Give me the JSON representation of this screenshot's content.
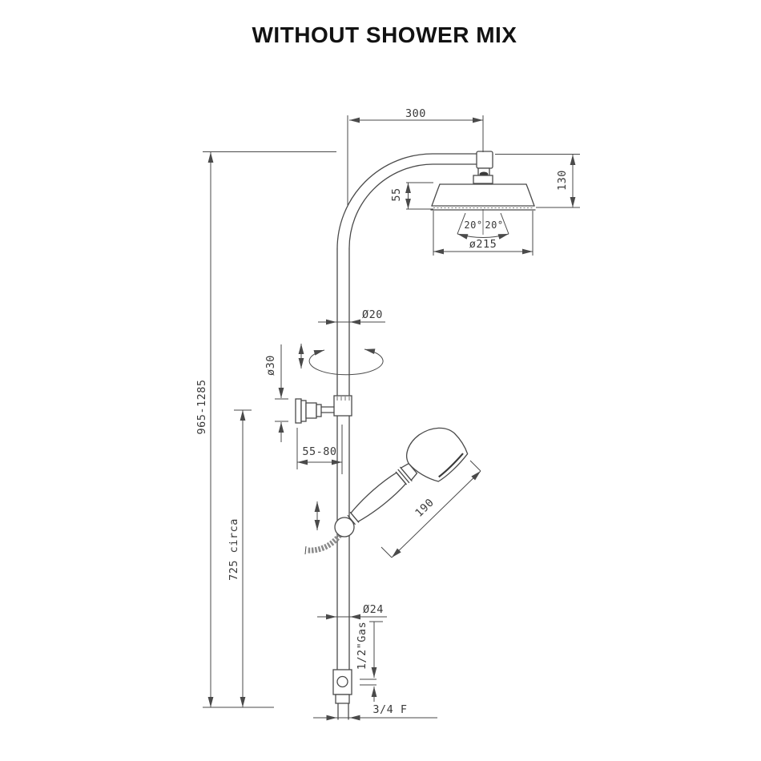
{
  "title": "WITHOUT SHOWER MIX",
  "labels": {
    "dim_300": "300",
    "dim_130": "130",
    "dim_55": "55",
    "angle_left": "20°",
    "angle_right": "20°",
    "dia_215": "ø215",
    "dia_20": "Ø20",
    "dia_30": "ø30",
    "dim_55_80": "55-80",
    "dim_965_1285": "965-1285",
    "dim_725_circa": "725 circa",
    "dim_190": "190",
    "dia_24": "Ø24",
    "thread_inlet": "1/2\"Gas",
    "thread_outlet": "3/4 F"
  },
  "colors": {
    "background": "#ffffff",
    "line": "#4a4a4a",
    "text": "#3a3a3a",
    "title": "#121212",
    "hose": "#8a8a8a"
  }
}
